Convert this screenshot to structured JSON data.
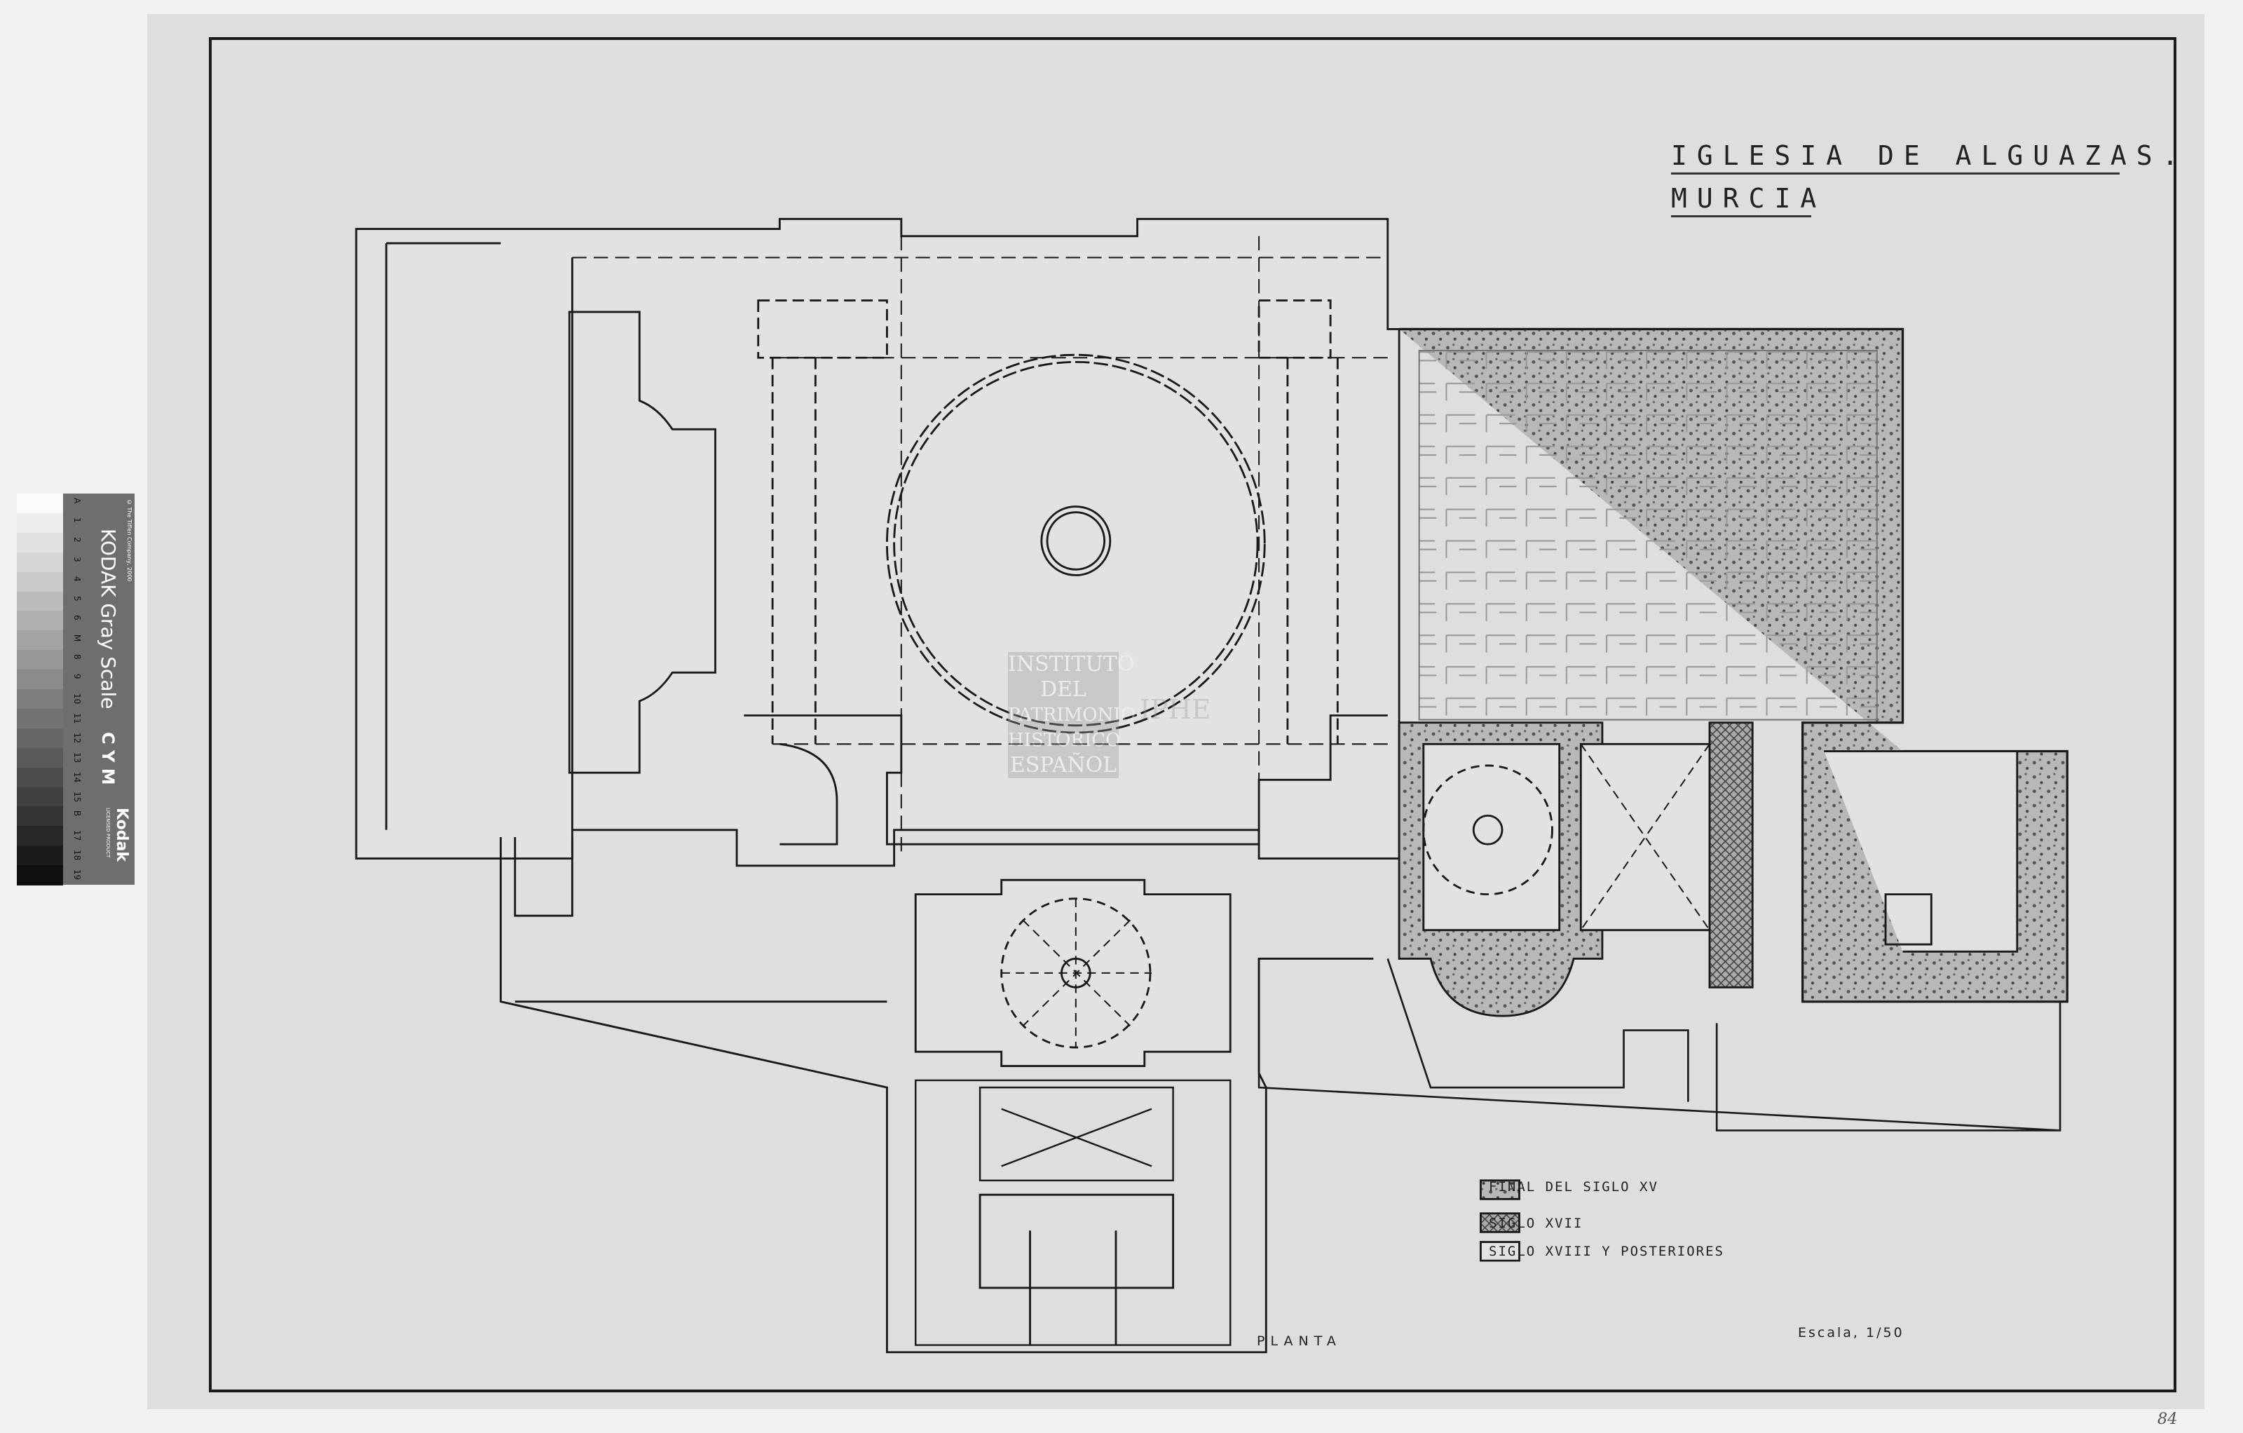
{
  "title": {
    "line1": "IGLESIA DE ALGUAZAS.",
    "line2": "MURCIA"
  },
  "plan_label": "PLANTA",
  "scale_label": "Escala, 1/50",
  "legend": [
    {
      "label": "FINAL DEL SIGLO XV",
      "pattern": "stipple"
    },
    {
      "label": "SIGLO XVII",
      "pattern": "crosshatch"
    },
    {
      "label": "SIGLO XVIII Y POSTERIORES",
      "pattern": "blank"
    }
  ],
  "watermark": {
    "lines": [
      "INSTITUTO",
      "DEL",
      "PATRIMONIO",
      "HISTORICO",
      "ESPAÑOL"
    ],
    "logo": "IPHE"
  },
  "corner_mark": "84",
  "kodak": {
    "title": "KODAK Gray Scale",
    "copyright": "© The Tiffen Company, 2000",
    "brand": "Kodak",
    "licensed": "LICENSED PRODUCT",
    "steps": [
      "A",
      "1",
      "2",
      "3",
      "4",
      "5",
      "6",
      "M",
      "8",
      "9",
      "10",
      "11",
      "12",
      "13",
      "14",
      "15",
      "B",
      "17",
      "18",
      "19"
    ],
    "cym": [
      "C",
      "Y",
      "M"
    ]
  },
  "colors": {
    "paper": "#dedede",
    "ink": "#1a1a1a",
    "hatch": "#555555"
  }
}
